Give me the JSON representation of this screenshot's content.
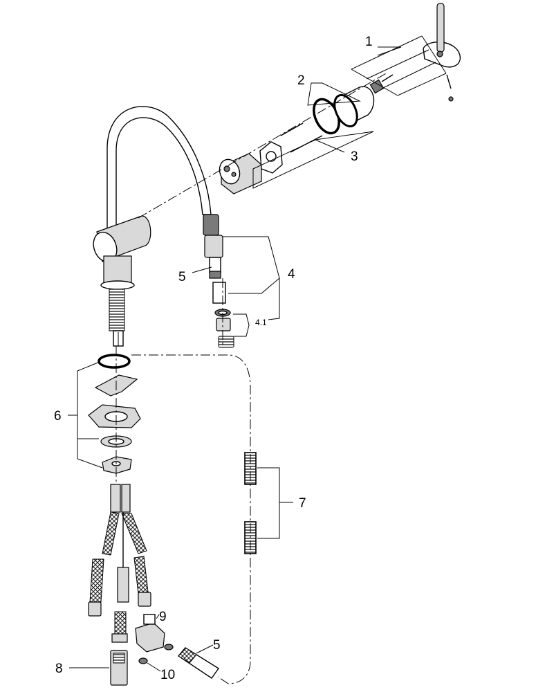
{
  "callouts": {
    "c1": "1",
    "c2": "2",
    "c3": "3",
    "c4": "4",
    "c4_1": "4.1",
    "c5_top": "5",
    "c5_bottom": "5",
    "c6": "6",
    "c7": "7",
    "c8": "8",
    "c9": "9",
    "c10": "10"
  }
}
